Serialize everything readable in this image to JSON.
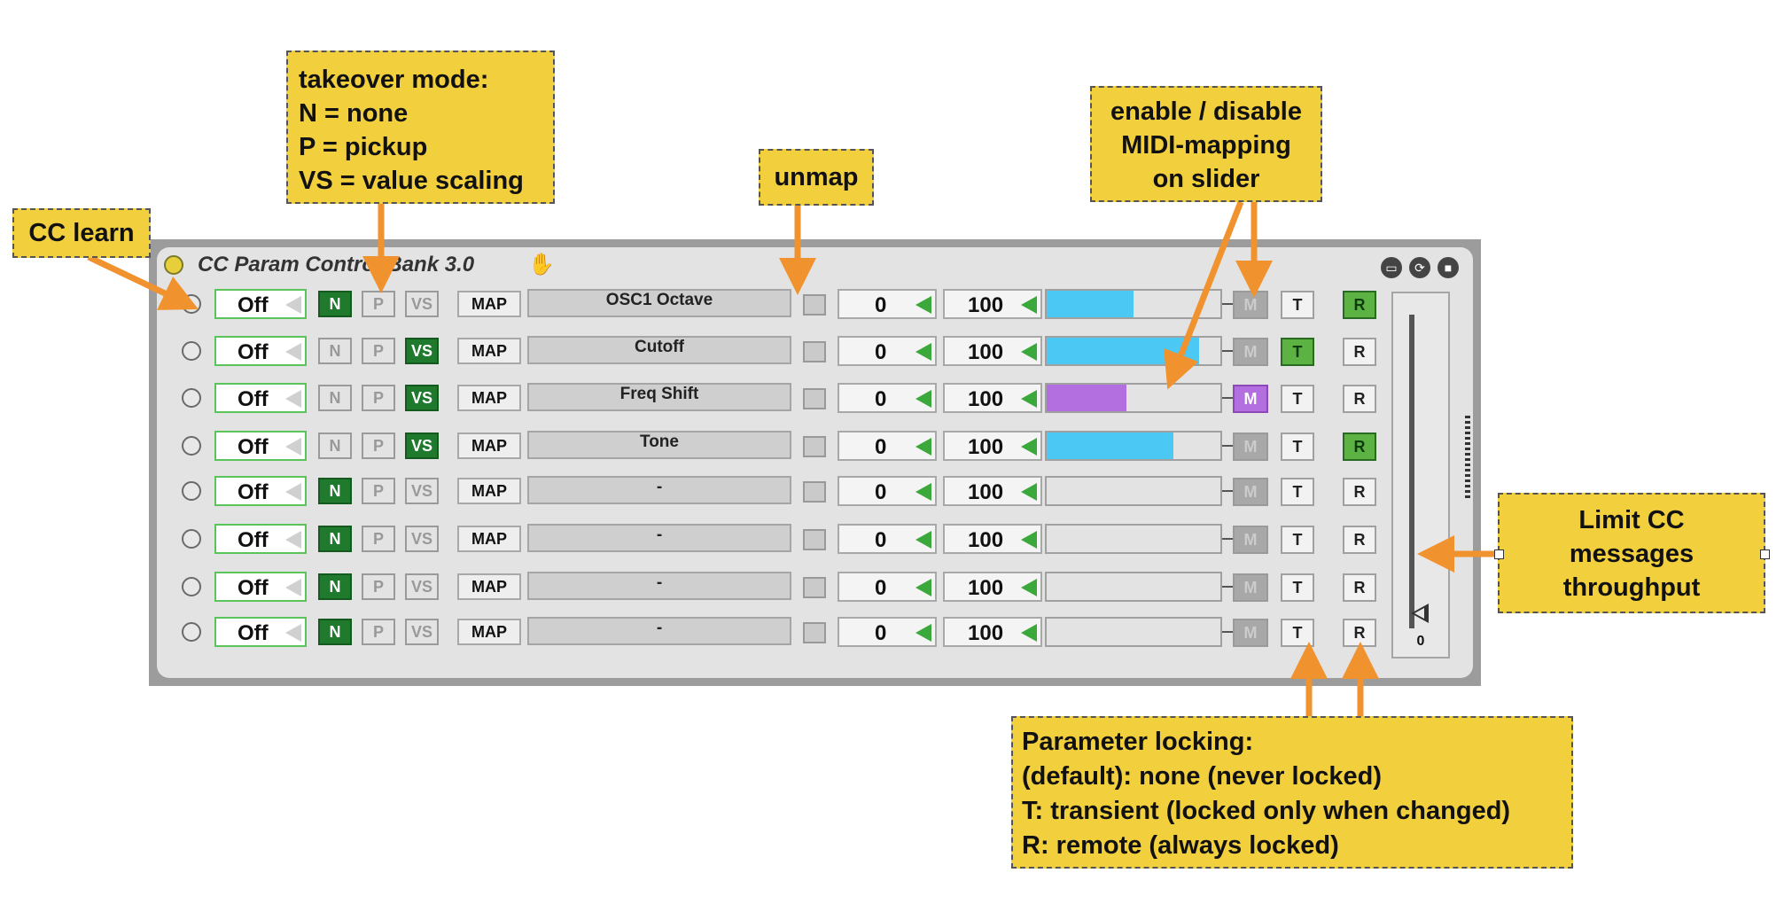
{
  "window": {
    "title": "CC Param Control Bank 3.0",
    "hand_icon": "hand-icon",
    "buttons": [
      "window-icon",
      "refresh-icon",
      "save-icon"
    ]
  },
  "rows": [
    {
      "mode": "Off",
      "takeover": "N",
      "map": "MAP",
      "param": "OSC1 Octave",
      "min": "0",
      "max": "100",
      "slider_fill": 0.5,
      "slider_color": "#4cc8f5",
      "m_active": false,
      "t_on": false,
      "r_on": true
    },
    {
      "mode": "Off",
      "takeover": "VS",
      "map": "MAP",
      "param": "Cutoff",
      "min": "0",
      "max": "100",
      "slider_fill": 0.88,
      "slider_color": "#4cc8f5",
      "m_active": false,
      "t_on": true,
      "r_on": false
    },
    {
      "mode": "Off",
      "takeover": "VS",
      "map": "MAP",
      "param": "Freq Shift",
      "min": "0",
      "max": "100",
      "slider_fill": 0.46,
      "slider_color": "#b36ee0",
      "m_active": true,
      "t_on": false,
      "r_on": false
    },
    {
      "mode": "Off",
      "takeover": "VS",
      "map": "MAP",
      "param": "Tone",
      "min": "0",
      "max": "100",
      "slider_fill": 0.73,
      "slider_color": "#4cc8f5",
      "m_active": false,
      "t_on": false,
      "r_on": true
    },
    {
      "mode": "Off",
      "takeover": "N",
      "map": "MAP",
      "param": "-",
      "min": "0",
      "max": "100",
      "slider_fill": 0,
      "slider_color": "#4cc8f5",
      "m_active": false,
      "t_on": false,
      "r_on": false
    },
    {
      "mode": "Off",
      "takeover": "N",
      "map": "MAP",
      "param": "-",
      "min": "0",
      "max": "100",
      "slider_fill": 0,
      "slider_color": "#4cc8f5",
      "m_active": false,
      "t_on": false,
      "r_on": false
    },
    {
      "mode": "Off",
      "takeover": "N",
      "map": "MAP",
      "param": "-",
      "min": "0",
      "max": "100",
      "slider_fill": 0,
      "slider_color": "#4cc8f5",
      "m_active": false,
      "t_on": false,
      "r_on": false
    },
    {
      "mode": "Off",
      "takeover": "N",
      "map": "MAP",
      "param": "-",
      "min": "0",
      "max": "100",
      "slider_fill": 0,
      "slider_color": "#4cc8f5",
      "m_active": false,
      "t_on": false,
      "r_on": false
    }
  ],
  "labels": {
    "n": "N",
    "p": "P",
    "vs": "VS",
    "m": "M",
    "t": "T",
    "r": "R"
  },
  "throttle": {
    "value": "0"
  },
  "callouts": {
    "cc_learn": "CC learn",
    "takeover": "takeover mode:\nN = none\nP = pickup\nVS = value scaling",
    "unmap": "unmap",
    "midi_mapping": "enable / disable\nMIDI-mapping\non slider",
    "limit": "Limit CC\nmessages\nthroughput",
    "locking": "Parameter locking:\n(default): none (never locked)\nT: transient (locked only when changed)\nR: remote (always locked)"
  },
  "colors": {
    "accent": "#f2cf3c",
    "arrow": "#f0922e",
    "on_green": "#1f7a2e",
    "lock_green": "#5cb344"
  }
}
